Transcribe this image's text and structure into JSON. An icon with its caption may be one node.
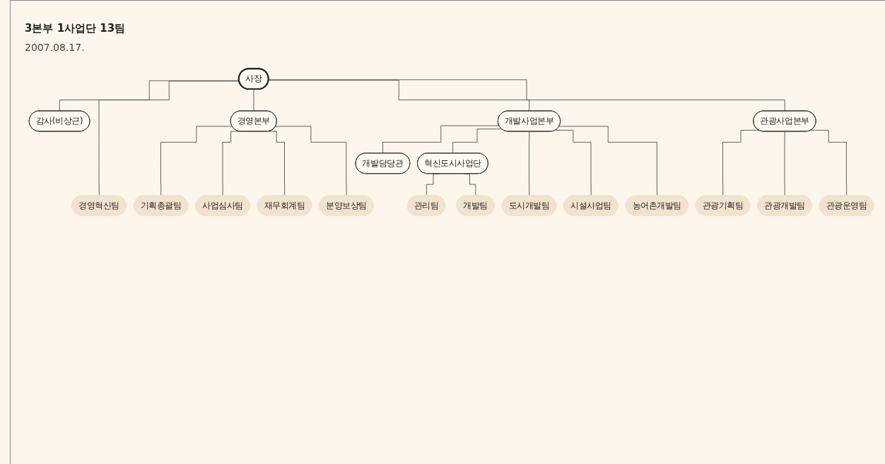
{
  "diagram": {
    "title": "3본부 1사업단 13팀",
    "nodes": [
      {
        "text": [
          "사장"
        ]
      },
      {
        "text": [
          "감사(비상근)"
        ]
      },
      {
        "text": [
          "경영혁신팀"
        ]
      },
      {
        "text": [
          "경영본부"
        ]
      },
      {
        "text": [
          "개발사업본부"
        ]
      },
      {
        "text": [
          "관광사업본부"
        ]
      },
      {
        "text": [
          "개발담당관"
        ]
      },
      {
        "text": [
          "혁신도시사업단"
        ]
      },
      {
        "text": [
          "기획총괄팀"
        ]
      },
      {
        "text": [
          "사업심사팀"
        ]
      },
      {
        "text": [
          "재무회계팀"
        ]
      },
      {
        "text": [
          "분양보상팀"
        ]
      },
      {
        "text": [
          "도시개발팀"
        ]
      },
      {
        "text": [
          "시설사업팀"
        ]
      },
      {
        "text": [
          "농어촌개발팀"
        ]
      },
      {
        "text": [
          "관리팀"
        ]
      },
      {
        "text": [
          "개발팀"
        ]
      },
      {
        "text": [
          "관광기획팀"
        ]
      },
      {
        "text": [
          "관광개발팀"
        ]
      },
      {
        "text": [
          "관광운영팀"
        ]
      }
    ],
    "edges": [
      {
        "from": 0,
        "to": 1,
        "arrow": "none"
      },
      {
        "from": 0,
        "to": 2,
        "arrow": "none"
      },
      {
        "from": 0,
        "to": 3,
        "arrow": "none"
      },
      {
        "from": 0,
        "to": 4,
        "arrow": "none"
      },
      {
        "from": 0,
        "to": 5,
        "arrow": "none"
      },
      {
        "from": 4,
        "to": 6,
        "arrow": "none"
      },
      {
        "from": 4,
        "to": 7,
        "arrow": "none"
      },
      {
        "from": 3,
        "to": 8,
        "arrow": "none"
      },
      {
        "from": 3,
        "to": 9,
        "arrow": "none"
      },
      {
        "from": 3,
        "to": 10,
        "arrow": "none"
      },
      {
        "from": 3,
        "to": 11,
        "arrow": "none"
      },
      {
        "from": 4,
        "to": 12,
        "arrow": "none"
      },
      {
        "from": 4,
        "to": 13,
        "arrow": "none"
      },
      {
        "from": 4,
        "to": 14,
        "arrow": "none"
      },
      {
        "from": 7,
        "to": 15,
        "arrow": "none"
      },
      {
        "from": 7,
        "to": 16,
        "arrow": "none"
      },
      {
        "from": 5,
        "to": 17,
        "arrow": "none"
      },
      {
        "from": 5,
        "to": 18,
        "arrow": "none"
      },
      {
        "from": 5,
        "to": 19,
        "arrow": "none"
      }
    ],
    "labels": [
      "2007.08.17."
    ]
  }
}
